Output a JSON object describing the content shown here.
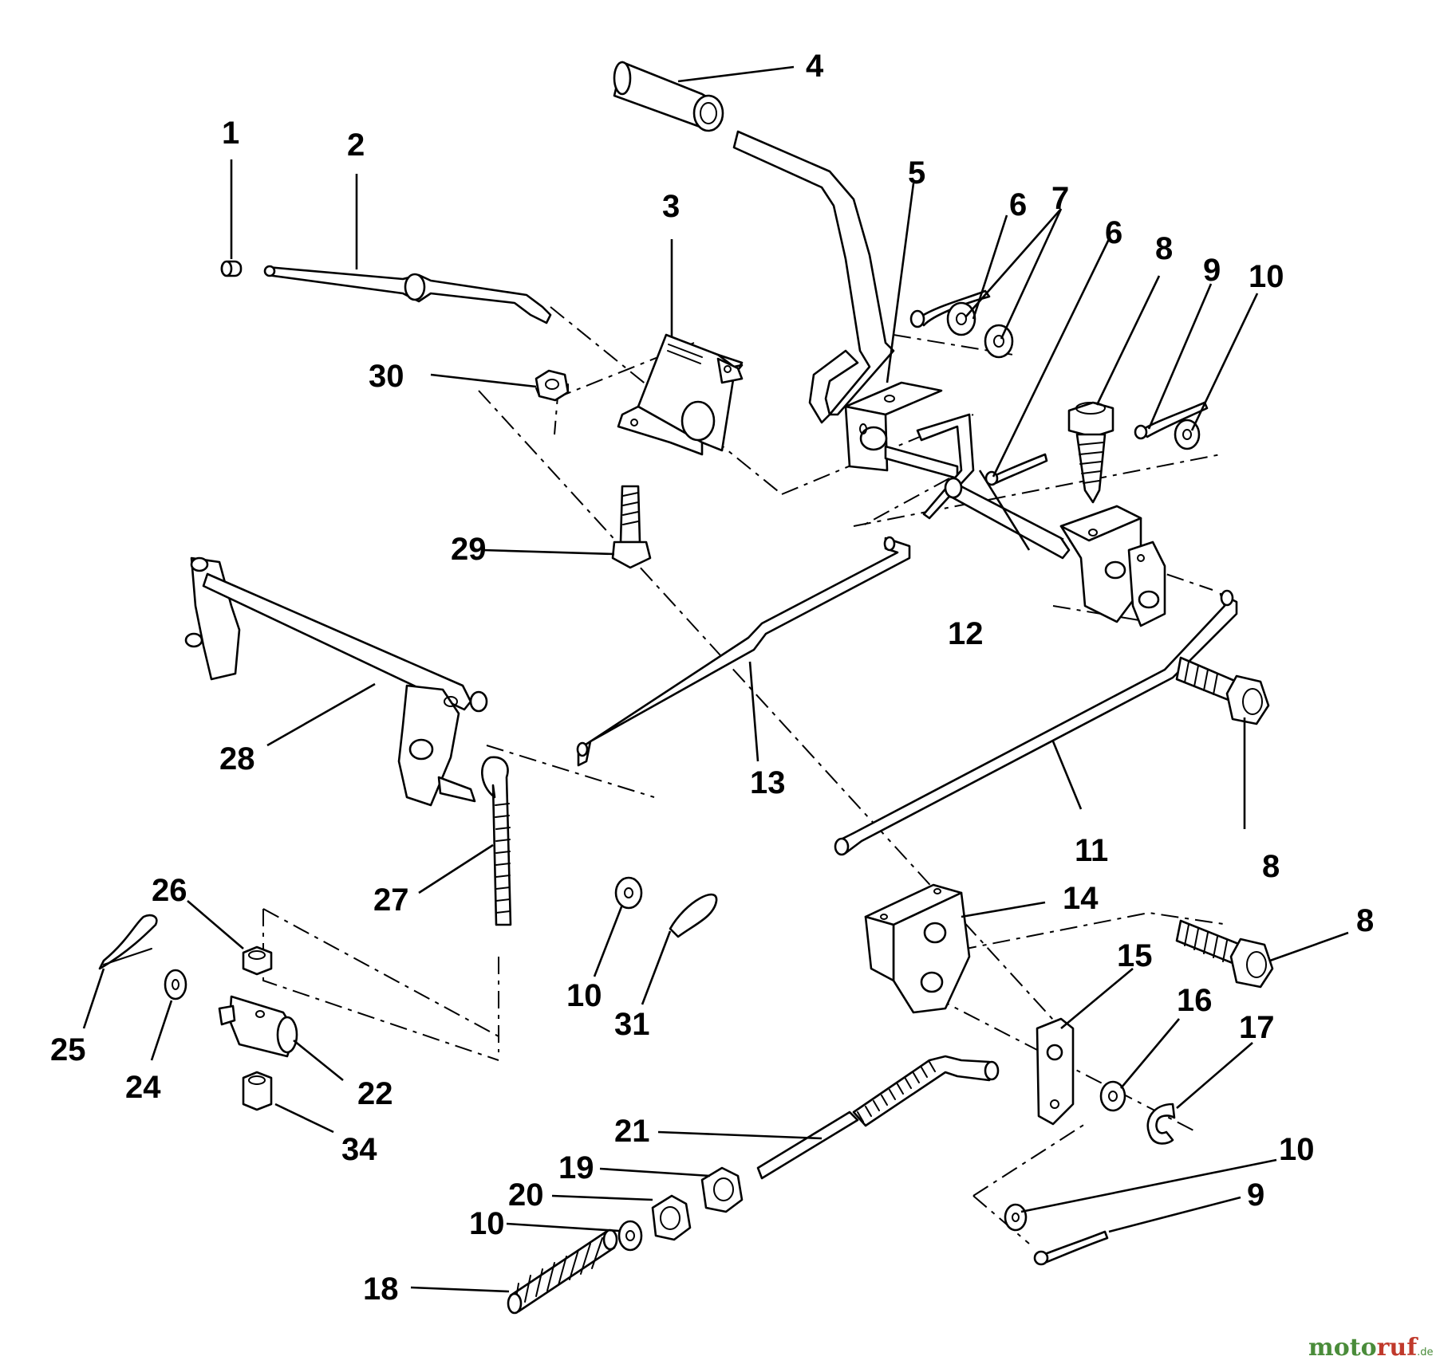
{
  "callouts": {
    "c1": "1",
    "c2": "2",
    "c3": "3",
    "c4": "4",
    "c5": "5",
    "c6a": "6",
    "c6b": "6",
    "c7": "7",
    "c8a": "8",
    "c8b": "8",
    "c8c": "8",
    "c9a": "9",
    "c9b": "9",
    "c10a": "10",
    "c10b": "10",
    "c10c": "10",
    "c10d": "10",
    "c11": "11",
    "c12": "12",
    "c13": "13",
    "c14": "14",
    "c15": "15",
    "c16": "16",
    "c17": "17",
    "c18": "18",
    "c19": "19",
    "c20": "20",
    "c21": "21",
    "c22": "22",
    "c24": "24",
    "c25": "25",
    "c26": "26",
    "c27": "27",
    "c28": "28",
    "c29": "29",
    "c30": "30",
    "c31": "31",
    "c34": "34"
  },
  "watermark": {
    "part_a": "moto",
    "part_b": "ruf",
    "part_c": ".de"
  }
}
